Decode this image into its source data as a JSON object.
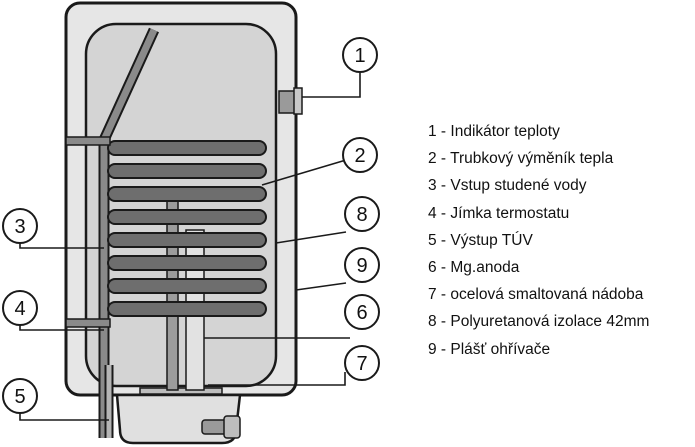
{
  "callouts": [
    "1",
    "2",
    "3",
    "4",
    "5",
    "6",
    "7",
    "8",
    "9"
  ],
  "legend": [
    "1 - Indikátor teploty",
    "2 - Trubkový výměník  tepla",
    "3 - Vstup  studené vody",
    "4 - Jímka termostatu",
    "5 - Výstup TÚV",
    "6 - Mg.anoda",
    "7 - ocelová smaltovaná nádoba",
    "8 - Polyuretanová izolace 42mm",
    "9 - Plášť ohřívače"
  ],
  "colors": {
    "outer_shell": "#e6e6e6",
    "inner_tank": "#d4d4d4",
    "coil": "#6e6e6e",
    "coil_edge": "#1a1a1a",
    "pipe": "#8a8a8a",
    "anode": "#e2e2e2"
  }
}
